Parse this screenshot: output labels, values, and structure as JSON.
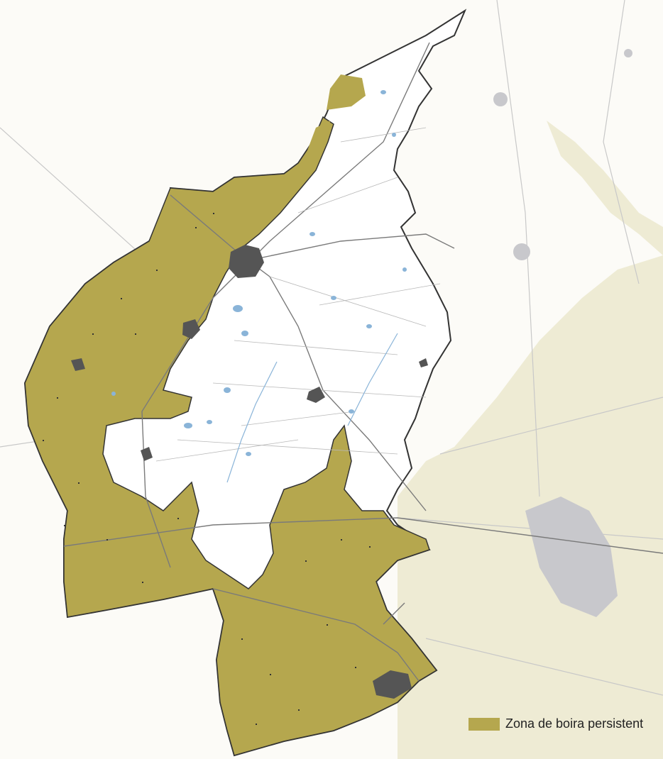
{
  "legend": {
    "label": "Zona de boira persistent",
    "swatch_color": "#b5a74e"
  },
  "colors": {
    "fog_zone": "#b5a74e",
    "background": "#f8f6ee",
    "faded_fog": "#eeebd4",
    "region_fill": "#ffffff",
    "boundary": "#333333",
    "water": "#8ab4d8",
    "urban": "#555555",
    "road": "#7a7a7a"
  },
  "icons": [
    "map-region",
    "urban-area",
    "water-body",
    "road-line"
  ]
}
